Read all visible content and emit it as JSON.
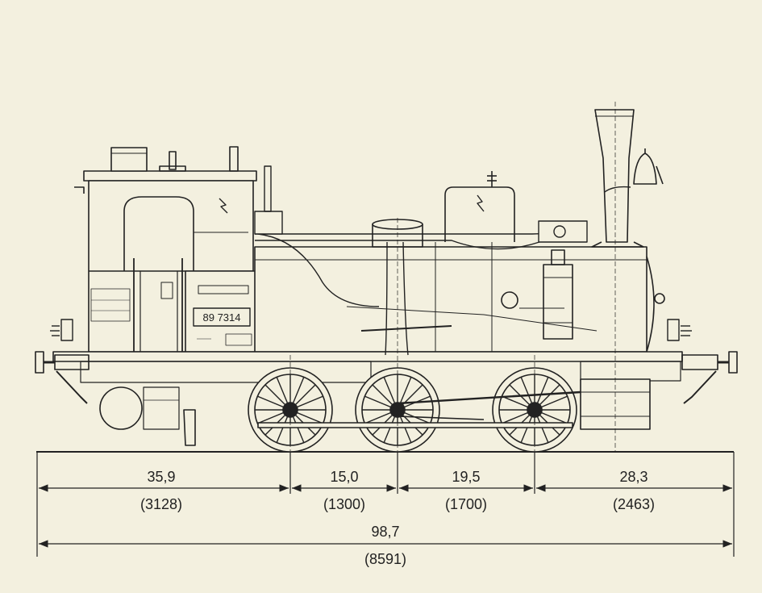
{
  "locomotive": {
    "number_plate": "89 7314"
  },
  "dimensions": {
    "segments": [
      {
        "value": "35,9",
        "mm": "(3128)"
      },
      {
        "value": "15,0",
        "mm": "(1300)"
      },
      {
        "value": "19,5",
        "mm": "(1700)"
      },
      {
        "value": "28,3",
        "mm": "(2463)"
      }
    ],
    "total": {
      "value": "98,7",
      "mm": "(8591)"
    }
  }
}
